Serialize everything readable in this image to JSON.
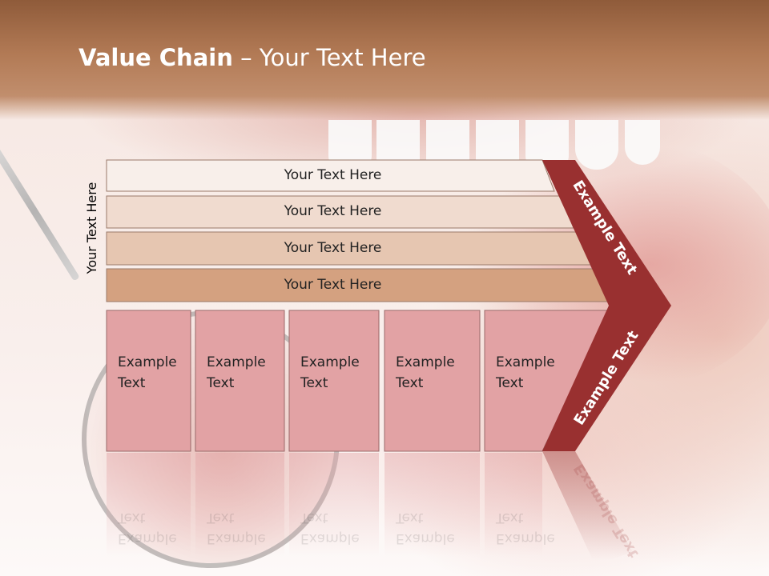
{
  "title": {
    "bold": "Value Chain",
    "rest": " – Your Text Here"
  },
  "vertical_label": "Your Text Here",
  "bars": [
    {
      "label": "Your Text Here",
      "fill": "#f8efea"
    },
    {
      "label": "Your Text Here",
      "fill": "#f0dbcf"
    },
    {
      "label": "Your Text Here",
      "fill": "#e6c6b1"
    },
    {
      "label": "Your Text Here",
      "fill": "#d4a180"
    }
  ],
  "boxes": [
    {
      "line1": "Example",
      "line2": "Text"
    },
    {
      "line1": "Example",
      "line2": "Text"
    },
    {
      "line1": "Example",
      "line2": "Text"
    },
    {
      "line1": "Example",
      "line2": "Text"
    },
    {
      "line1": "Example",
      "line2": "Text"
    }
  ],
  "arrow_labels": {
    "upper": "Example Text",
    "lower": "Example Text"
  },
  "colors": {
    "box_fill": "#e2a2a4",
    "arrow_fill": "#993030",
    "header": "#b27a55"
  }
}
